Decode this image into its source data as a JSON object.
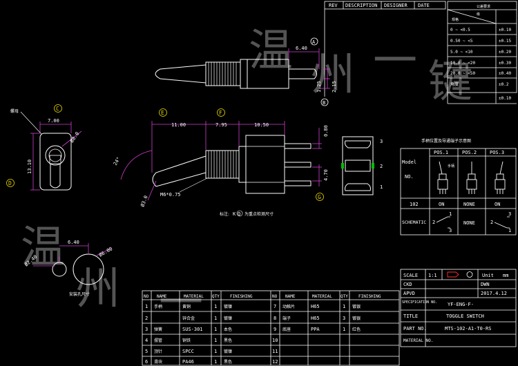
{
  "rev_block": {
    "rev": "REV",
    "description": "DESCRIPTION",
    "designer": "DESIGNER",
    "date": "DATE"
  },
  "tolerance": {
    "title": "公差要求",
    "header_left": "级",
    "header_right": "规格",
    "rows": [
      {
        "range": "0 ~ <0.5",
        "tol": "±0.10"
      },
      {
        "range": "0.50 ~ <5",
        "tol": "±0.15"
      },
      {
        "range": "5.0 ~ <10",
        "tol": "±0.20"
      },
      {
        "range": "10.0 ~ <20",
        "tol": "±0.30"
      },
      {
        "range": "20.0 ~ <50",
        "tol": "±0.40"
      },
      {
        "range": "角度",
        "tol": "±0.2"
      },
      {
        "range": "",
        "tol": "±0.10"
      }
    ]
  },
  "dims": {
    "a": "6.40",
    "b": "1.25",
    "c": "2.15",
    "d": "7.00",
    "e": "Ø8.0",
    "f": "13.10",
    "g": "11.00",
    "h": "7.95",
    "i": "10.50",
    "j": "0.80",
    "k": "4.70",
    "l": "24°",
    "m": "Ø3.0",
    "n": "M6*0.75",
    "o": "6.40",
    "p": "Ø2.40",
    "q": "Ø6.00"
  },
  "callouts": {
    "A": "A",
    "B": "B",
    "C": "C",
    "D": "D",
    "E": "E",
    "F": "F",
    "G": "G"
  },
  "notes": {
    "nut_label": "螺母",
    "mark_note": "标注:",
    "mark_desc": "为重点检测尺寸",
    "k_letter": "K",
    "q_letter": "Q",
    "hole_note": "安装孔尺寸"
  },
  "terminals": [
    "3",
    "2",
    "1"
  ],
  "pos_table": {
    "title": "手柄位置及导通端子示意图",
    "model_label": "Model",
    "no_label": "NO.",
    "pos1": "POS.1",
    "pos2": "POS.2",
    "pos3": "POS.3",
    "model": "102",
    "p1": "ON",
    "p2": "NONE",
    "p3": "ON",
    "schematic": "SCHEMATIC",
    "p2_schem": "NONE",
    "pin1": "1",
    "pin2": "2",
    "pin3": "3",
    "handle_label": "手柄"
  },
  "title_block": {
    "scale_label": "SCALE",
    "scale": "1:1",
    "unit_label": "Unit",
    "unit": "mm",
    "ckd": "CKD",
    "dwn": "DWN",
    "apvd": "APVD",
    "date": "2017.4.12",
    "spec_label": "SPECIFICATION NO.",
    "spec": "YF-ENG-F-",
    "title_label": "TITLE",
    "title": "TOGGLE SWITCH",
    "part_label": "PART NO.",
    "part": "MTS-102-A1-T0-RS",
    "mat_label": "MATERIAL NO."
  },
  "bom": {
    "headers": [
      "NO",
      "NAME",
      "MATERIAL",
      "QTY",
      "FINISHING"
    ],
    "left": [
      {
        "no": "1",
        "name": "手柄",
        "material": "黄铜",
        "qty": "1",
        "fin": "镀镍"
      },
      {
        "no": "2",
        "name": "",
        "material": "锌合金",
        "qty": "1",
        "fin": "镀镍"
      },
      {
        "no": "3",
        "name": "弹簧",
        "material": "SUS-301",
        "qty": "1",
        "fin": "本色"
      },
      {
        "no": "4",
        "name": "摆管",
        "material": "铜铁",
        "qty": "1",
        "fin": "黑色"
      },
      {
        "no": "5",
        "name": "顶针",
        "material": "SPCC",
        "qty": "1",
        "fin": "镀镍"
      },
      {
        "no": "6",
        "name": "滑块",
        "material": "PA46",
        "qty": "1",
        "fin": "黑色"
      }
    ],
    "right": [
      {
        "no": "7",
        "name": "动触片",
        "material": "H65",
        "qty": "1",
        "fin": "镀银"
      },
      {
        "no": "8",
        "name": "端子",
        "material": "H65",
        "qty": "3",
        "fin": "镀银"
      },
      {
        "no": "9",
        "name": "底座",
        "material": "PPA",
        "qty": "1",
        "fin": "红色"
      },
      {
        "no": "10",
        "name": "",
        "material": "",
        "qty": "",
        "fin": ""
      },
      {
        "no": "11",
        "name": "",
        "material": "",
        "qty": "",
        "fin": ""
      },
      {
        "no": "12",
        "name": "",
        "material": "",
        "qty": "",
        "fin": ""
      }
    ]
  },
  "watermark": {
    "c1": "温",
    "c2": "州",
    "c3": "一",
    "c4": "键"
  }
}
